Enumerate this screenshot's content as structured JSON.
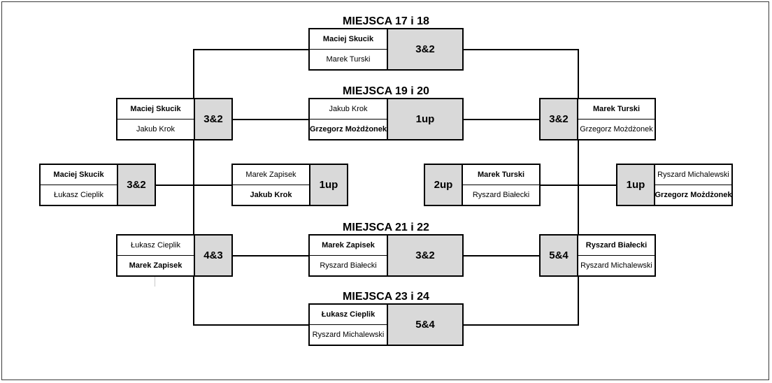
{
  "colors": {
    "result_fill": "#d9d9d9",
    "line": "#000000",
    "frame": "#3a3a3a"
  },
  "titles": {
    "t17": "MIEJSCA 17 i 18",
    "t19": "MIEJSCA 19 i 20",
    "t21": "MIEJSCA 21 i 22",
    "t23": "MIEJSCA 23 i 24"
  },
  "matches": {
    "m17": {
      "p1": "Maciej Skucik",
      "p2": "Marek Turski",
      "result": "3&2",
      "winner": 1
    },
    "m19": {
      "p1": "Jakub Krok",
      "p2": "Grzegorz Możdżonek",
      "result": "1up",
      "winner": 2
    },
    "m21": {
      "p1": "Marek Zapisek",
      "p2": "Ryszard Białecki",
      "result": "3&2",
      "winner": 1
    },
    "m23": {
      "p1": "Łukasz Cieplik",
      "p2": "Ryszard Michalewski",
      "result": "5&4",
      "winner": 1
    },
    "lsf1": {
      "p1": "Maciej Skucik",
      "p2": "Jakub Krok",
      "result": "3&2",
      "winner": 1
    },
    "lsf2": {
      "p1": "Łukasz Cieplik",
      "p2": "Marek Zapisek",
      "result": "4&3",
      "winner": 2
    },
    "rsf1": {
      "p1": "Marek Turski",
      "p2": "Grzegorz Możdżonek",
      "result": "3&2",
      "winner": 1
    },
    "rsf2": {
      "p1": "Ryszard Białecki",
      "p2": "Ryszard Michalewski",
      "result": "5&4",
      "winner": 1
    },
    "lq1": {
      "p1": "Maciej Skucik",
      "p2": "Łukasz Cieplik",
      "result": "3&2",
      "winner": 1
    },
    "lq2": {
      "p1": "Marek Zapisek",
      "p2": "Jakub Krok",
      "result": "1up",
      "winner": 2
    },
    "rq1": {
      "p1": "Marek Turski",
      "p2": "Ryszard Białecki",
      "result": "2up",
      "winner": 1
    },
    "rq2": {
      "p1": "Ryszard Michalewski",
      "p2": "Grzegorz Możdżonek",
      "result": "1up",
      "winner": 2
    }
  }
}
